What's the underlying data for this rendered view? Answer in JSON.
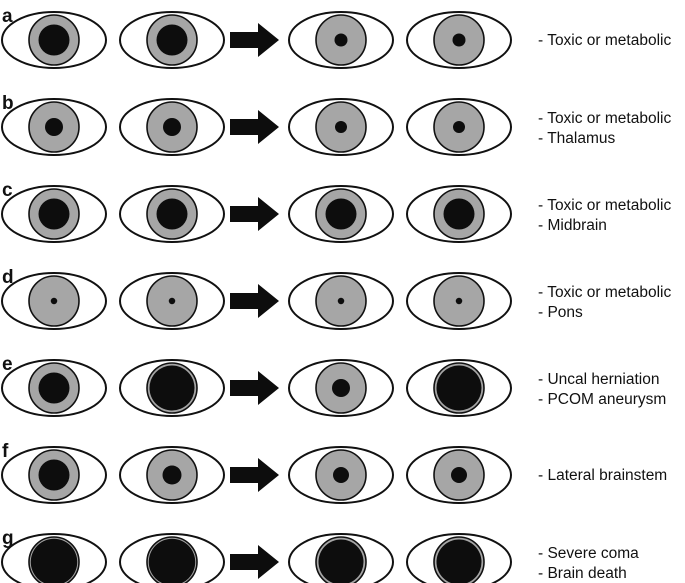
{
  "colors": {
    "iris": "#a6a6a6",
    "pupil": "#0d0d0d",
    "outline": "#111111",
    "arrow": "#0d0d0d"
  },
  "rows": [
    {
      "letter": "a",
      "pupils": [
        0.62,
        0.62,
        0.26,
        0.26
      ],
      "findings": [
        "- Toxic or metabolic"
      ]
    },
    {
      "letter": "b",
      "pupils": [
        0.36,
        0.36,
        0.24,
        0.24
      ],
      "findings": [
        "- Toxic or metabolic",
        "- Thalamus"
      ]
    },
    {
      "letter": "c",
      "pupils": [
        0.62,
        0.62,
        0.62,
        0.62
      ],
      "findings": [
        "- Toxic or metabolic",
        "- Midbrain"
      ]
    },
    {
      "letter": "d",
      "pupils": [
        0.13,
        0.13,
        0.13,
        0.13
      ],
      "findings": [
        "- Toxic or metabolic",
        "- Pons"
      ]
    },
    {
      "letter": "e",
      "pupils": [
        0.62,
        0.9,
        0.36,
        0.9
      ],
      "findings": [
        "- Uncal herniation",
        "- PCOM aneurysm"
      ]
    },
    {
      "letter": "f",
      "pupils": [
        0.62,
        0.38,
        0.32,
        0.32
      ],
      "findings": [
        "- Lateral brainstem"
      ]
    },
    {
      "letter": "g",
      "pupils": [
        0.93,
        0.93,
        0.9,
        0.9
      ],
      "findings": [
        "- Severe coma",
        "- Brain death"
      ]
    }
  ]
}
